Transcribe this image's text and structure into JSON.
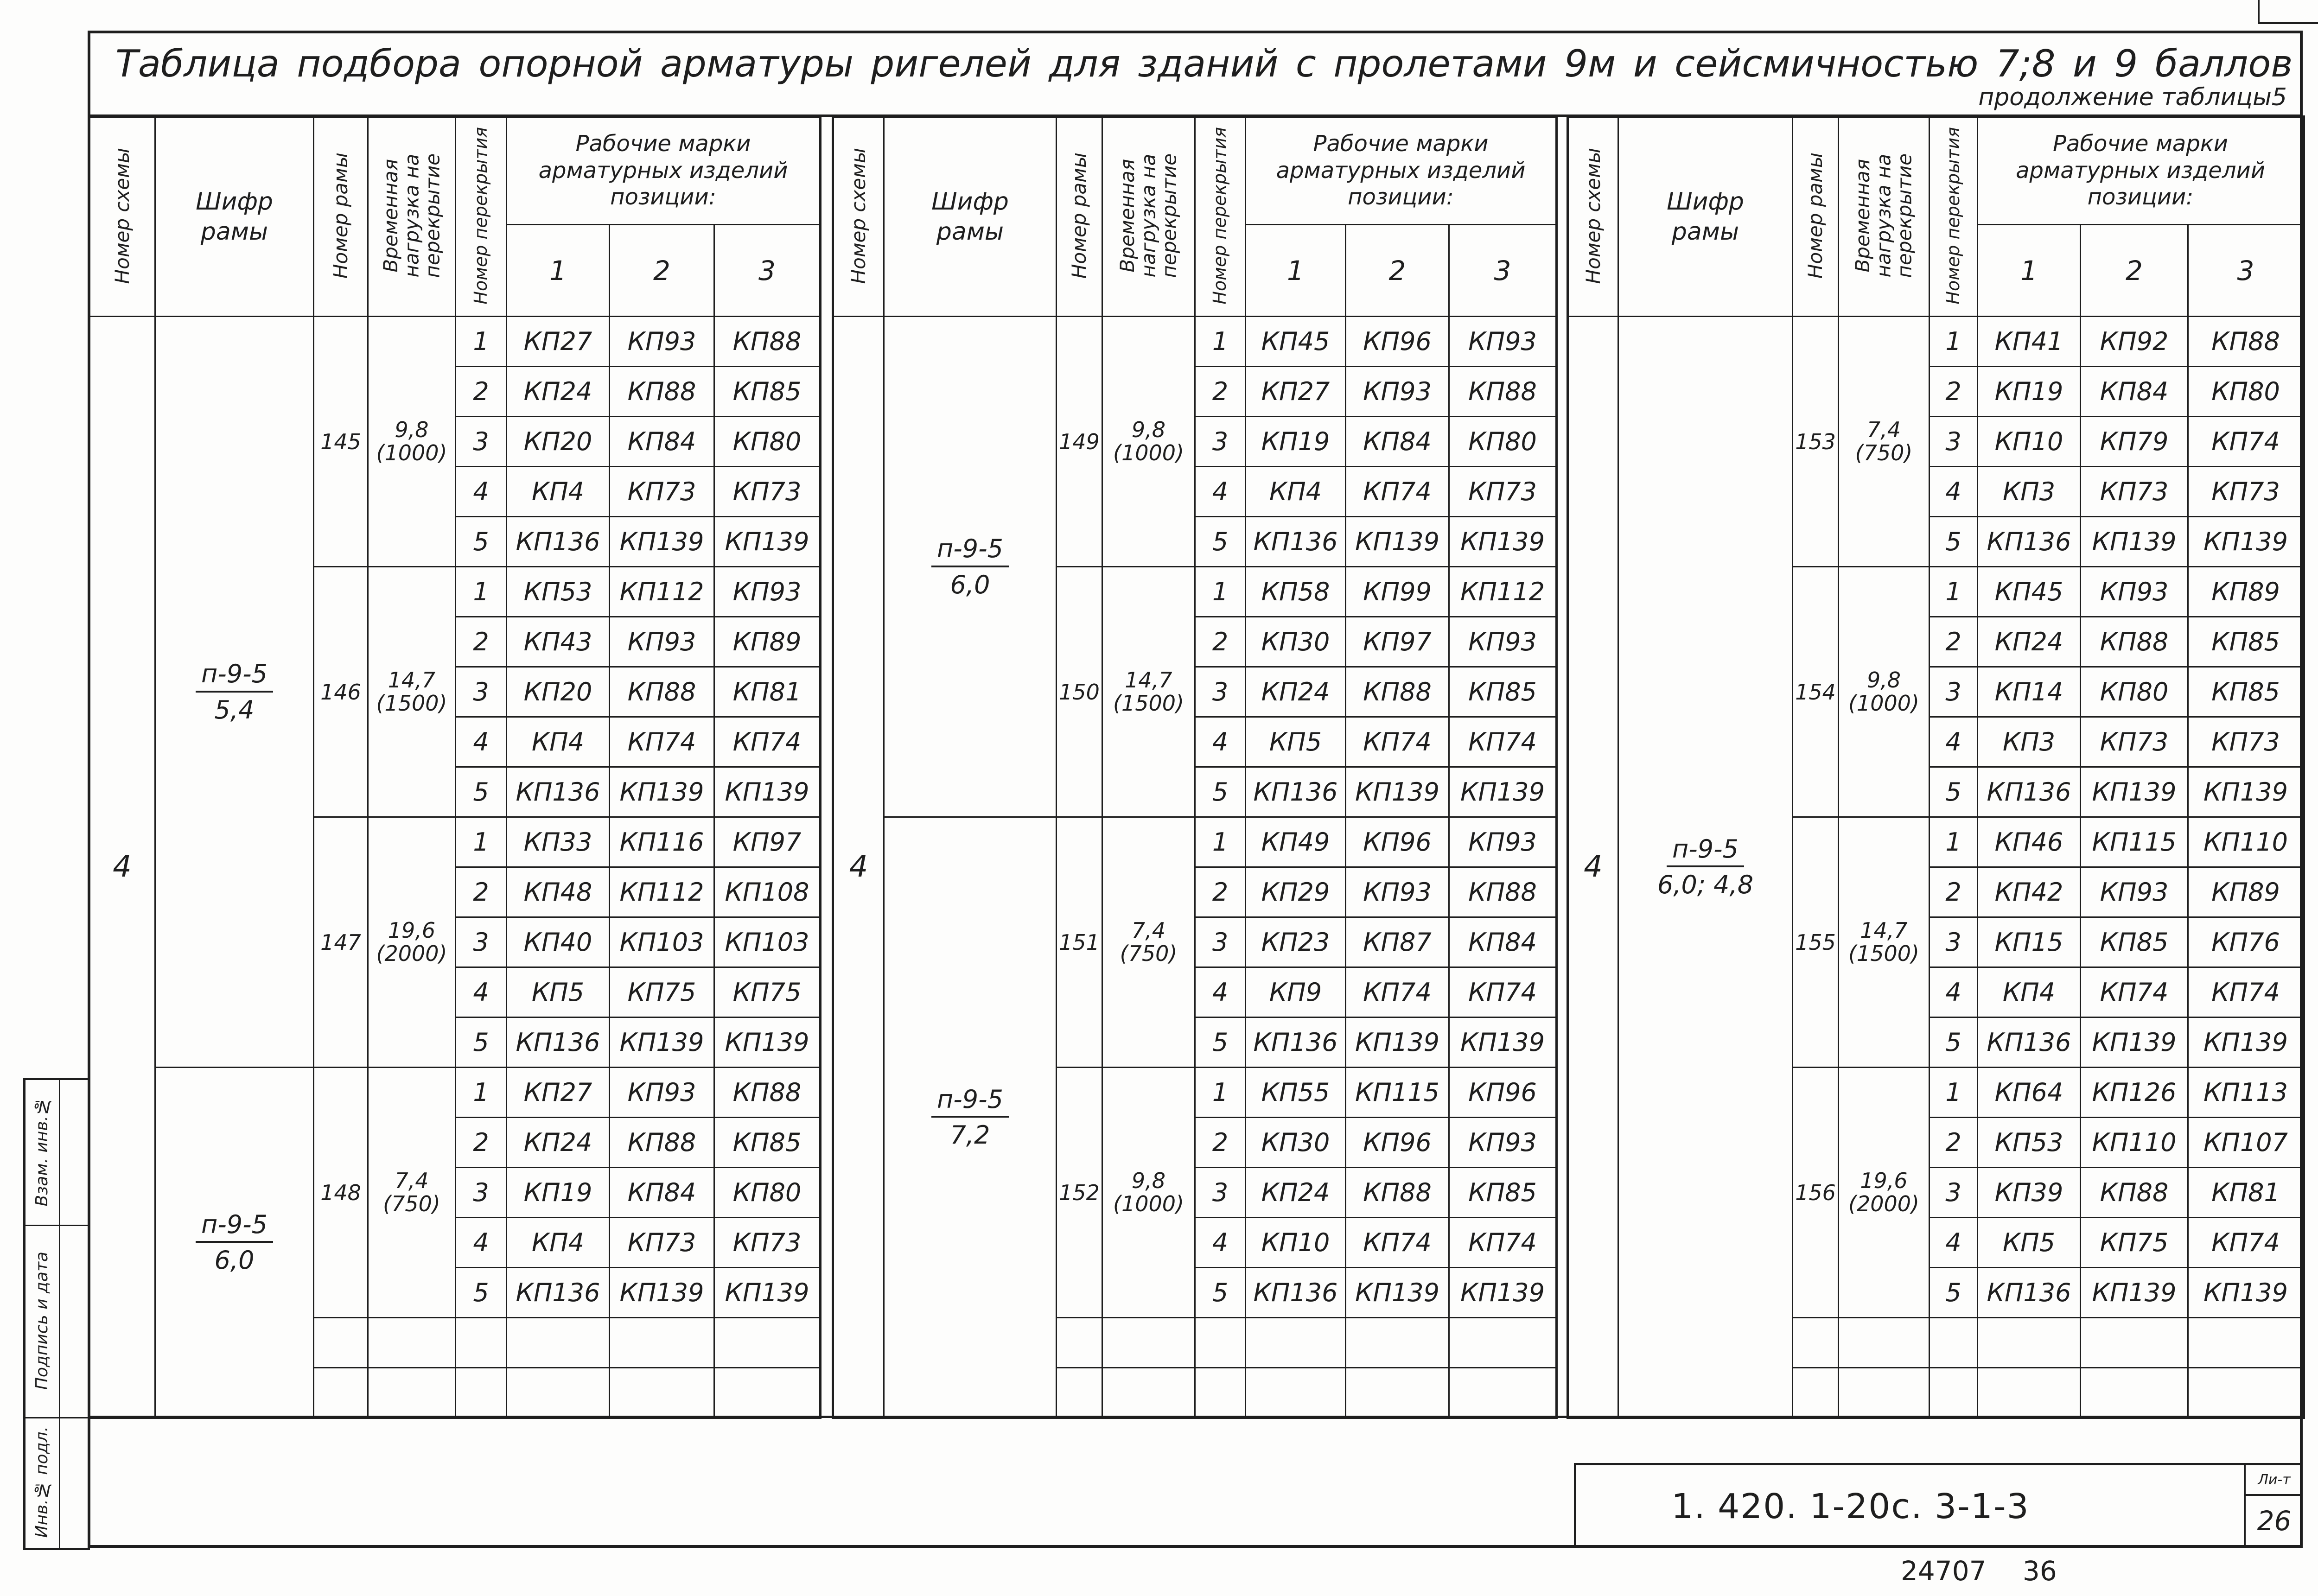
{
  "title": "Таблица подбора опорной арматуры ригелей для зданий с пролетами 9м и сейсмичностью 7;8 и 9 баллов",
  "subtitle": "продолжение таблицы5",
  "headers": {
    "scheme_no": "Номер схемы",
    "frame_code": [
      "Шифр",
      "рамы"
    ],
    "frame_no": "Номер рамы",
    "load": [
      "Временная",
      "нагрузка на",
      "перекрытие"
    ],
    "floor_no": "Номер перекрытия",
    "marks": [
      "Рабочие марки",
      "арматурных изделий",
      "позиции:"
    ],
    "positions": [
      "1",
      "2",
      "3"
    ]
  },
  "panels": [
    {
      "scheme": "4",
      "groups": [
        {
          "code_series": "п-9-5",
          "code_span": "5,4",
          "frames": [
            {
              "no": "145",
              "load": "9,8",
              "load_kgf": "(1000)",
              "rows": [
                [
                  "1",
                  "КП27",
                  "КП93",
                  "КП88"
                ],
                [
                  "2",
                  "КП24",
                  "КП88",
                  "КП85"
                ],
                [
                  "3",
                  "КП20",
                  "КП84",
                  "КП80"
                ],
                [
                  "4",
                  "КП4",
                  "КП73",
                  "КП73"
                ],
                [
                  "5",
                  "КП136",
                  "КП139",
                  "КП139"
                ]
              ]
            },
            {
              "no": "146",
              "load": "14,7",
              "load_kgf": "(1500)",
              "rows": [
                [
                  "1",
                  "КП53",
                  "КП112",
                  "КП93"
                ],
                [
                  "2",
                  "КП43",
                  "КП93",
                  "КП89"
                ],
                [
                  "3",
                  "КП20",
                  "КП88",
                  "КП81"
                ],
                [
                  "4",
                  "КП4",
                  "КП74",
                  "КП74"
                ],
                [
                  "5",
                  "КП136",
                  "КП139",
                  "КП139"
                ]
              ]
            },
            {
              "no": "147",
              "load": "19,6",
              "load_kgf": "(2000)",
              "rows": [
                [
                  "1",
                  "КП33",
                  "КП116",
                  "КП97"
                ],
                [
                  "2",
                  "КП48",
                  "КП112",
                  "КП108"
                ],
                [
                  "3",
                  "КП40",
                  "КП103",
                  "КП103"
                ],
                [
                  "4",
                  "КП5",
                  "КП75",
                  "КП75"
                ],
                [
                  "5",
                  "КП136",
                  "КП139",
                  "КП139"
                ]
              ]
            }
          ]
        },
        {
          "code_series": "п-9-5",
          "code_span": "6,0",
          "frames": [
            {
              "no": "148",
              "load": "7,4",
              "load_kgf": "(750)",
              "rows": [
                [
                  "1",
                  "КП27",
                  "КП93",
                  "КП88"
                ],
                [
                  "2",
                  "КП24",
                  "КП88",
                  "КП85"
                ],
                [
                  "3",
                  "КП19",
                  "КП84",
                  "КП80"
                ],
                [
                  "4",
                  "КП4",
                  "КП73",
                  "КП73"
                ],
                [
                  "5",
                  "КП136",
                  "КП139",
                  "КП139"
                ]
              ]
            }
          ]
        }
      ]
    },
    {
      "scheme": "4",
      "groups": [
        {
          "code_series": "п-9-5",
          "code_span": "6,0",
          "frames": [
            {
              "no": "149",
              "load": "9,8",
              "load_kgf": "(1000)",
              "rows": [
                [
                  "1",
                  "КП45",
                  "КП96",
                  "КП93"
                ],
                [
                  "2",
                  "КП27",
                  "КП93",
                  "КП88"
                ],
                [
                  "3",
                  "КП19",
                  "КП84",
                  "КП80"
                ],
                [
                  "4",
                  "КП4",
                  "КП74",
                  "КП73"
                ],
                [
                  "5",
                  "КП136",
                  "КП139",
                  "КП139"
                ]
              ]
            },
            {
              "no": "150",
              "load": "14,7",
              "load_kgf": "(1500)",
              "rows": [
                [
                  "1",
                  "КП58",
                  "КП99",
                  "КП112"
                ],
                [
                  "2",
                  "КП30",
                  "КП97",
                  "КП93"
                ],
                [
                  "3",
                  "КП24",
                  "КП88",
                  "КП85"
                ],
                [
                  "4",
                  "КП5",
                  "КП74",
                  "КП74"
                ],
                [
                  "5",
                  "КП136",
                  "КП139",
                  "КП139"
                ]
              ]
            }
          ]
        },
        {
          "code_series": "п-9-5",
          "code_span": "7,2",
          "frames": [
            {
              "no": "151",
              "load": "7,4",
              "load_kgf": "(750)",
              "rows": [
                [
                  "1",
                  "КП49",
                  "КП96",
                  "КП93"
                ],
                [
                  "2",
                  "КП29",
                  "КП93",
                  "КП88"
                ],
                [
                  "3",
                  "КП23",
                  "КП87",
                  "КП84"
                ],
                [
                  "4",
                  "КП9",
                  "КП74",
                  "КП74"
                ],
                [
                  "5",
                  "КП136",
                  "КП139",
                  "КП139"
                ]
              ]
            },
            {
              "no": "152",
              "load": "9,8",
              "load_kgf": "(1000)",
              "rows": [
                [
                  "1",
                  "КП55",
                  "КП115",
                  "КП96"
                ],
                [
                  "2",
                  "КП30",
                  "КП96",
                  "КП93"
                ],
                [
                  "3",
                  "КП24",
                  "КП88",
                  "КП85"
                ],
                [
                  "4",
                  "КП10",
                  "КП74",
                  "КП74"
                ],
                [
                  "5",
                  "КП136",
                  "КП139",
                  "КП139"
                ]
              ]
            }
          ]
        }
      ]
    },
    {
      "scheme": "4",
      "groups": [
        {
          "code_series": "п-9-5",
          "code_span": "6,0; 4,8",
          "frames": [
            {
              "no": "153",
              "load": "7,4",
              "load_kgf": "(750)",
              "rows": [
                [
                  "1",
                  "КП41",
                  "КП92",
                  "КП88"
                ],
                [
                  "2",
                  "КП19",
                  "КП84",
                  "КП80"
                ],
                [
                  "3",
                  "КП10",
                  "КП79",
                  "КП74"
                ],
                [
                  "4",
                  "КП3",
                  "КП73",
                  "КП73"
                ],
                [
                  "5",
                  "КП136",
                  "КП139",
                  "КП139"
                ]
              ]
            },
            {
              "no": "154",
              "load": "9,8",
              "load_kgf": "(1000)",
              "rows": [
                [
                  "1",
                  "КП45",
                  "КП93",
                  "КП89"
                ],
                [
                  "2",
                  "КП24",
                  "КП88",
                  "КП85"
                ],
                [
                  "3",
                  "КП14",
                  "КП80",
                  "КП85"
                ],
                [
                  "4",
                  "КП3",
                  "КП73",
                  "КП73"
                ],
                [
                  "5",
                  "КП136",
                  "КП139",
                  "КП139"
                ]
              ]
            },
            {
              "no": "155",
              "load": "14,7",
              "load_kgf": "(1500)",
              "rows": [
                [
                  "1",
                  "КП46",
                  "КП115",
                  "КП110"
                ],
                [
                  "2",
                  "КП42",
                  "КП93",
                  "КП89"
                ],
                [
                  "3",
                  "КП15",
                  "КП85",
                  "КП76"
                ],
                [
                  "4",
                  "КП4",
                  "КП74",
                  "КП74"
                ],
                [
                  "5",
                  "КП136",
                  "КП139",
                  "КП139"
                ]
              ]
            },
            {
              "no": "156",
              "load": "19,6",
              "load_kgf": "(2000)",
              "rows": [
                [
                  "1",
                  "КП64",
                  "КП126",
                  "КП113"
                ],
                [
                  "2",
                  "КП53",
                  "КП110",
                  "КП107"
                ],
                [
                  "3",
                  "КП39",
                  "КП88",
                  "КП81"
                ],
                [
                  "4",
                  "КП5",
                  "КП75",
                  "КП74"
                ],
                [
                  "5",
                  "КП136",
                  "КП139",
                  "КП139"
                ]
              ]
            }
          ]
        }
      ]
    }
  ],
  "stamp": {
    "replaced_inv": "Взам. инв.№",
    "signature_date": "Подпись и дата",
    "inv_original": "Инв.№ подл."
  },
  "title_block": {
    "code": "1. 420. 1-20с. 3-1-3",
    "sheet_label": "Ли-т",
    "sheet": "26"
  },
  "archive_number": "24707 36"
}
